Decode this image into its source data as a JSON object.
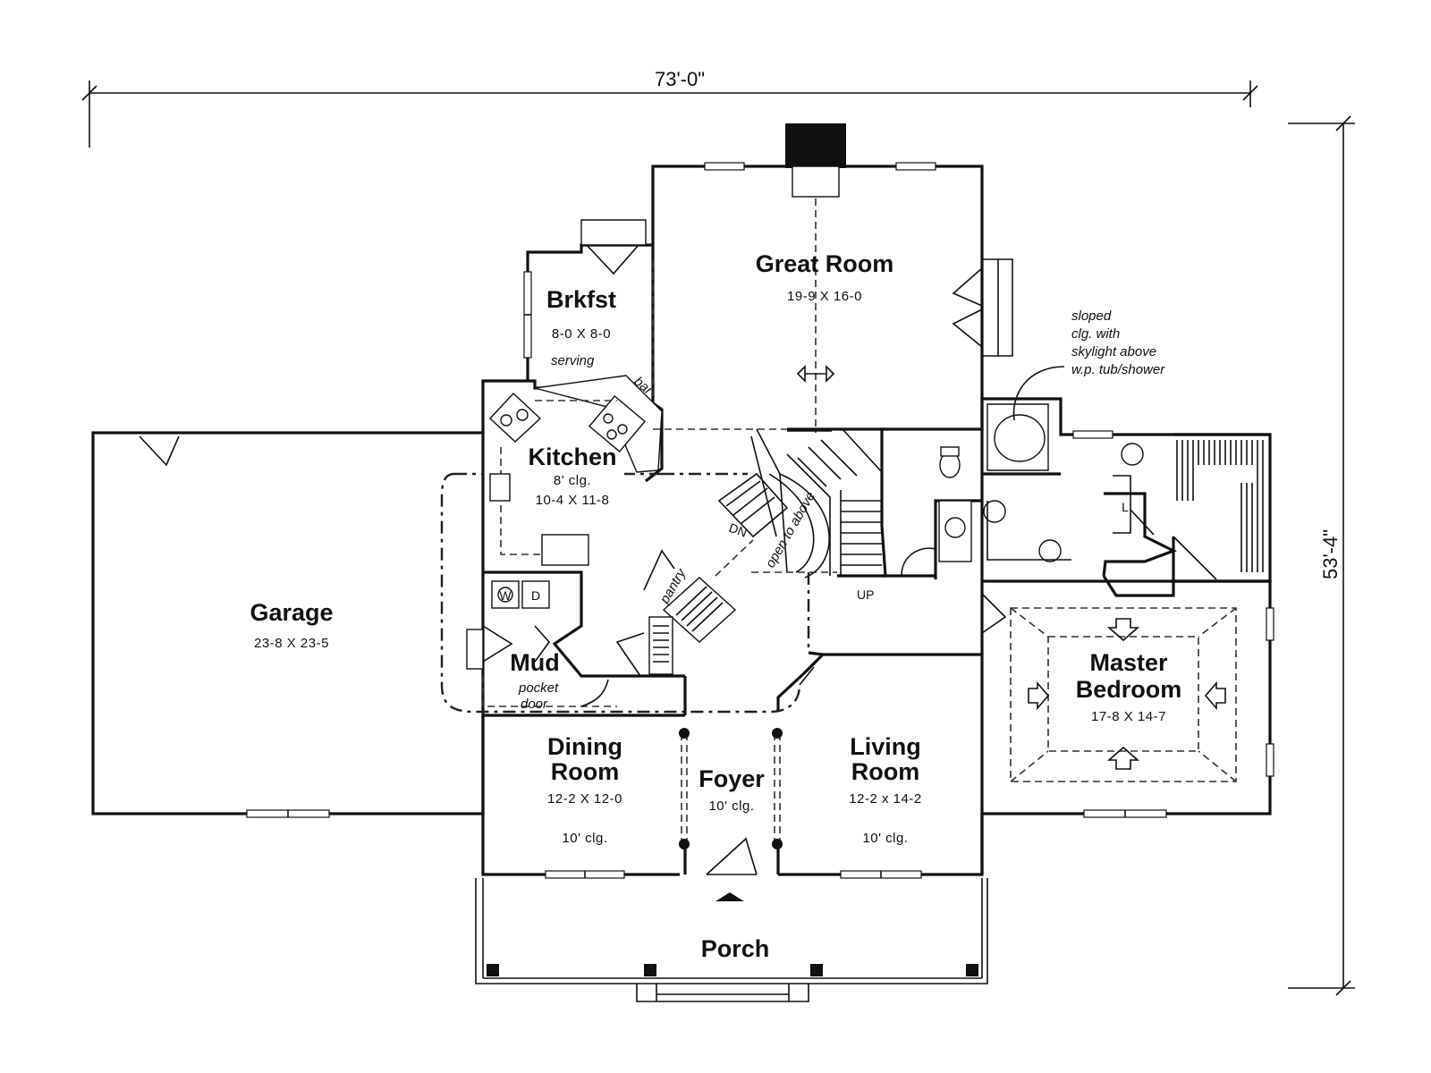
{
  "dimensions": {
    "overall_width": "73'-0\"",
    "overall_depth": "53'-4\""
  },
  "rooms": {
    "great_room": {
      "name": "Great Room",
      "size": "19-9 X 16-0"
    },
    "breakfast": {
      "name": "Brkfst",
      "size": "8-0 X 8-0"
    },
    "kitchen": {
      "name": "Kitchen",
      "ceiling": "8' clg.",
      "size": "10-4 X 11-8"
    },
    "garage": {
      "name": "Garage",
      "size": "23-8 X 23-5"
    },
    "mud": {
      "name": "Mud"
    },
    "dining": {
      "name_line1": "Dining",
      "name_line2": "Room",
      "size": "12-2 X 12-0",
      "ceiling": "10' clg."
    },
    "foyer": {
      "name": "Foyer",
      "ceiling": "10' clg."
    },
    "living": {
      "name_line1": "Living",
      "name_line2": "Room",
      "size": "12-2 x 14-2",
      "ceiling": "10' clg."
    },
    "master": {
      "name_line1": "Master",
      "name_line2": "Bedroom",
      "size": "17-8 X 14-7"
    },
    "porch": {
      "name": "Porch"
    }
  },
  "labels": {
    "serving": "serving",
    "bar": "bar",
    "pantry": "pantry",
    "dn": "DN",
    "open_to_above": "open to above",
    "up": "UP",
    "washer": "W",
    "dryer": "D",
    "pocket_line1": "pocket",
    "pocket_line2": "door",
    "linen": "L",
    "skylight_line1": "sloped",
    "skylight_line2": "clg. with",
    "skylight_line3": "skylight above",
    "skylight_line4": "w.p. tub/shower"
  }
}
